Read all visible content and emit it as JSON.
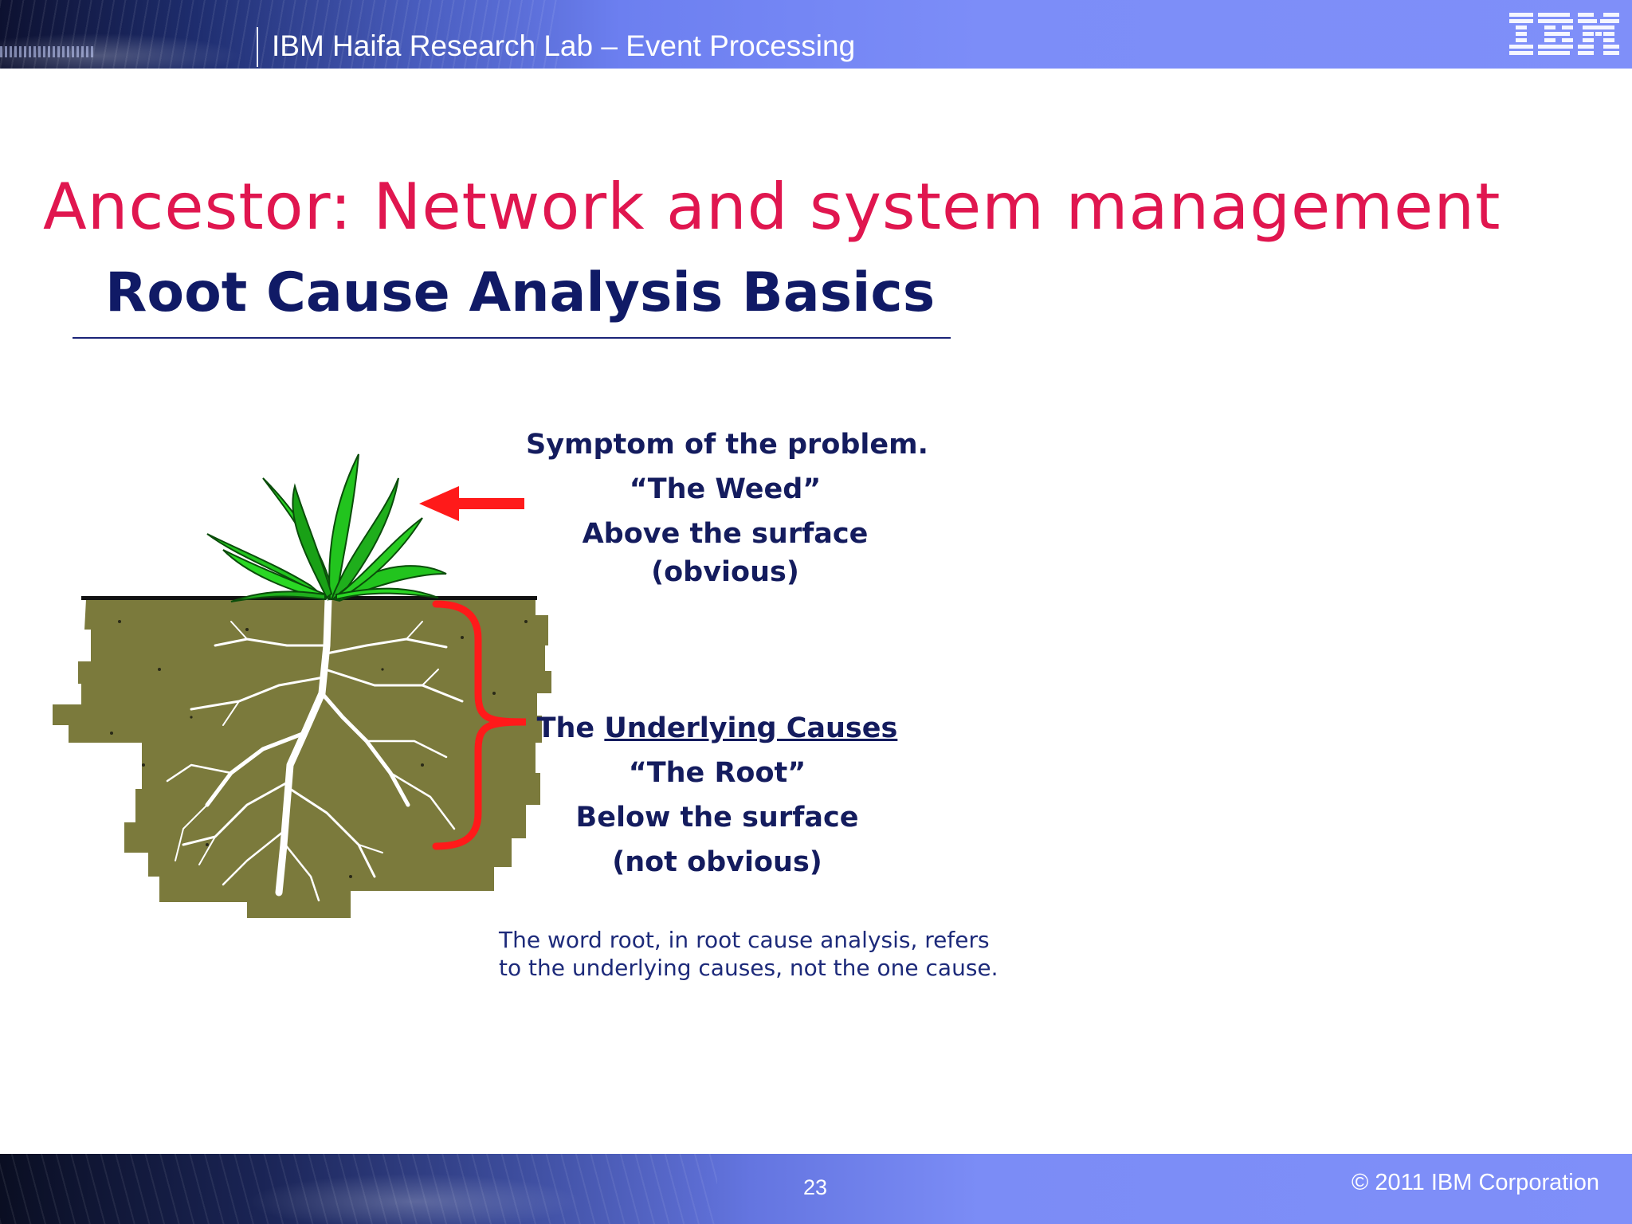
{
  "header": {
    "title": "IBM Haifa Research Lab – Event Processing",
    "logo_text": "IBM"
  },
  "slide": {
    "title": "Ancestor: Network and system management",
    "subtitle": "Root Cause Analysis Basics"
  },
  "symptom": {
    "line1": "Symptom of the problem.",
    "line2": "“The Weed”",
    "line3": "Above the surface",
    "line4": "(obvious)"
  },
  "causes": {
    "prefix": "The ",
    "underlined": "Underlying Causes",
    "line2": "“The Root”",
    "line3": "Below the surface",
    "line4": "(not obvious)"
  },
  "note": {
    "line1": "The word root, in root cause analysis, refers",
    "line2": "to the underlying causes, not the one cause."
  },
  "footer": {
    "page_number": "23",
    "copyright": "© 2011 IBM Corporation"
  },
  "colors": {
    "title": "#e0164f",
    "subtitle": "#101a66",
    "soil": "#7b7a3c",
    "weed": "#22c41e",
    "arrow": "#ff1a1a",
    "header_band": "#7f8ff9"
  },
  "icons": [
    "ibm-logo",
    "weed-plant-icon",
    "red-arrow-icon",
    "red-brace-icon"
  ]
}
